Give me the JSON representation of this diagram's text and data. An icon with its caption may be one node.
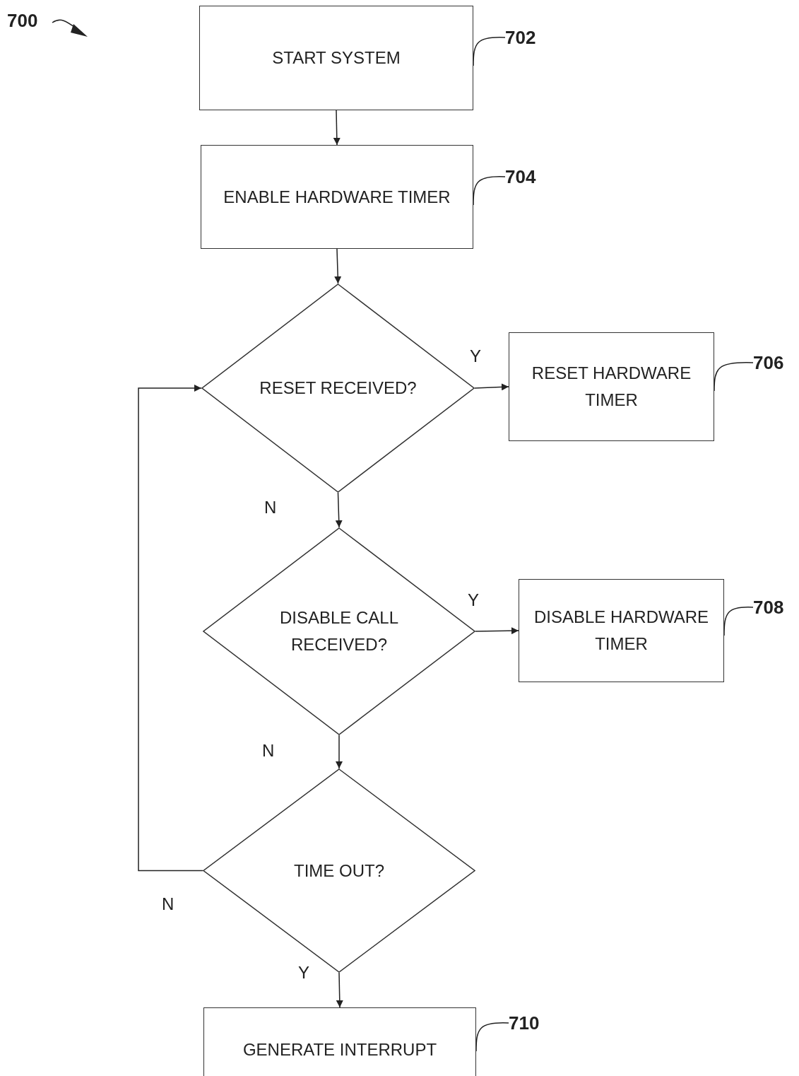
{
  "diagram": {
    "nodes": [
      {
        "text": [
          "START SYSTEM"
        ]
      },
      {
        "text": [
          "ENABLE HARDWARE TIMER"
        ]
      },
      {
        "text": [
          "RESET RECEIVED?"
        ]
      },
      {
        "text": [
          "RESET HARDWARE TIMER"
        ]
      },
      {
        "text": [
          "DISABLE CALL RECEIVED?"
        ]
      },
      {
        "text": [
          "DISABLE HARDWARE TIMER"
        ]
      },
      {
        "text": [
          "TIME OUT?"
        ]
      },
      {
        "text": [
          "GENERATE INTERRUPT"
        ]
      },
      {
        "text": [
          "702"
        ]
      },
      {
        "text": [
          "704"
        ]
      },
      {
        "text": [
          "706"
        ]
      },
      {
        "text": [
          "708"
        ]
      },
      {
        "text": [
          "710"
        ]
      }
    ],
    "edges": [
      {
        "from": 0,
        "to": 1,
        "arrow": "to"
      },
      {
        "from": 1,
        "to": 2,
        "arrow": "to"
      },
      {
        "from": 2,
        "to": 3,
        "arrow": "to",
        "label": "Y"
      },
      {
        "from": 2,
        "to": 4,
        "arrow": "to",
        "label": "N"
      },
      {
        "from": 4,
        "to": 5,
        "arrow": "to",
        "label": "Y"
      },
      {
        "from": 4,
        "to": 6,
        "arrow": "to",
        "label": "N"
      },
      {
        "from": 6,
        "to": 7,
        "arrow": "to",
        "label": "Y"
      },
      {
        "from": 6,
        "to": 2,
        "arrow": "to",
        "label": "N"
      },
      {
        "from": 8,
        "to": 0,
        "arrow": "none"
      },
      {
        "from": 9,
        "to": 1,
        "arrow": "none"
      },
      {
        "from": 10,
        "to": 3,
        "arrow": "none"
      },
      {
        "from": 11,
        "to": 5,
        "arrow": "none"
      },
      {
        "from": 12,
        "to": 7,
        "arrow": "none"
      }
    ],
    "labels": [
      "700"
    ]
  }
}
